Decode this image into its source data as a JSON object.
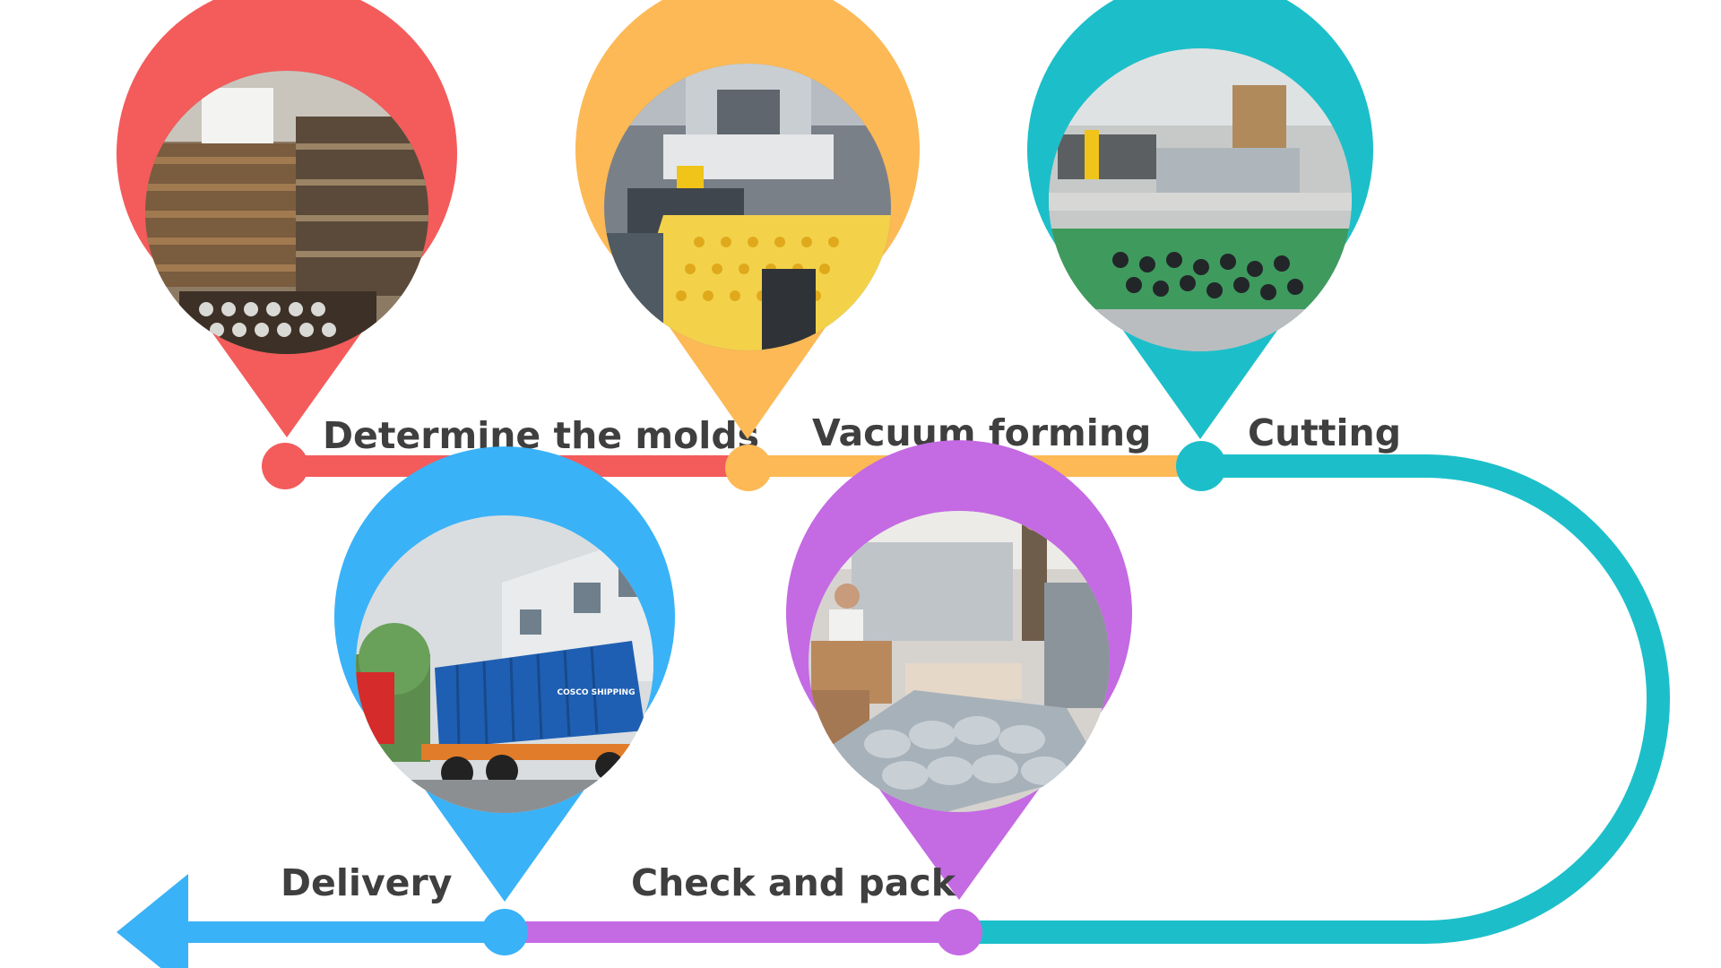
{
  "diagram": {
    "title": "",
    "colors": {
      "red": "#f45b5b",
      "orange": "#fcb955",
      "teal": "#1cbfc9",
      "purple": "#c46ae3",
      "blue": "#3ab2f7",
      "label_text": "#3f3f3f"
    },
    "steps": [
      {
        "id": "molds",
        "label": "Determine the molds",
        "color": "#f45b5b",
        "photo": "mold-storage-racks-photo"
      },
      {
        "id": "vacuum",
        "label": "Vacuum forming",
        "color": "#fcb955",
        "photo": "vacuum-forming-machine-photo"
      },
      {
        "id": "cutting",
        "label": "Cutting",
        "color": "#1cbfc9",
        "photo": "cutting-conveyor-photo"
      },
      {
        "id": "check",
        "label": "Check and pack",
        "color": "#c46ae3",
        "photo": "packing-area-photo"
      },
      {
        "id": "delivery",
        "label": "Delivery",
        "color": "#3ab2f7",
        "photo": "container-truck-photo"
      }
    ],
    "photo_captions": {
      "container_truck_markings": "COSCO SHIPPING"
    }
  }
}
